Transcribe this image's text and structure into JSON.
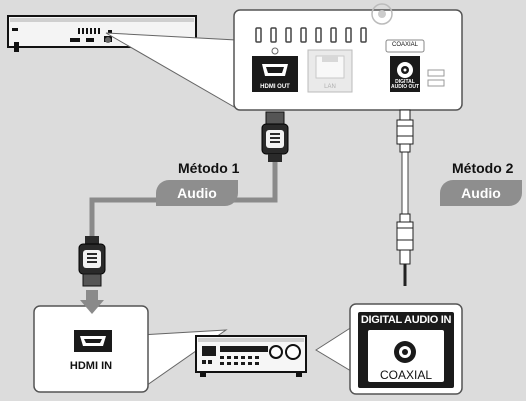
{
  "methods": [
    {
      "title": "Método 1",
      "tag": "Audio"
    },
    {
      "title": "Método 2",
      "tag": "Audio"
    }
  ],
  "player_panel": {
    "hdmi_out": "HDMI OUT",
    "lan": "LAN",
    "coaxial_header": "COAXIAL",
    "digital_audio_out_line1": "DIGITAL",
    "digital_audio_out_line2": "AUDIO OUT"
  },
  "hdmi_in_label": "HDMI IN",
  "digital_audio_in": {
    "header": "DIGITAL AUDIO IN",
    "port": "COAXIAL"
  },
  "colors": {
    "background": "#dcdcdc",
    "panel": "#ffffff",
    "cable": "#8a8a8a",
    "tag": "#8e8e8e",
    "dark": "#1a1a1a"
  }
}
